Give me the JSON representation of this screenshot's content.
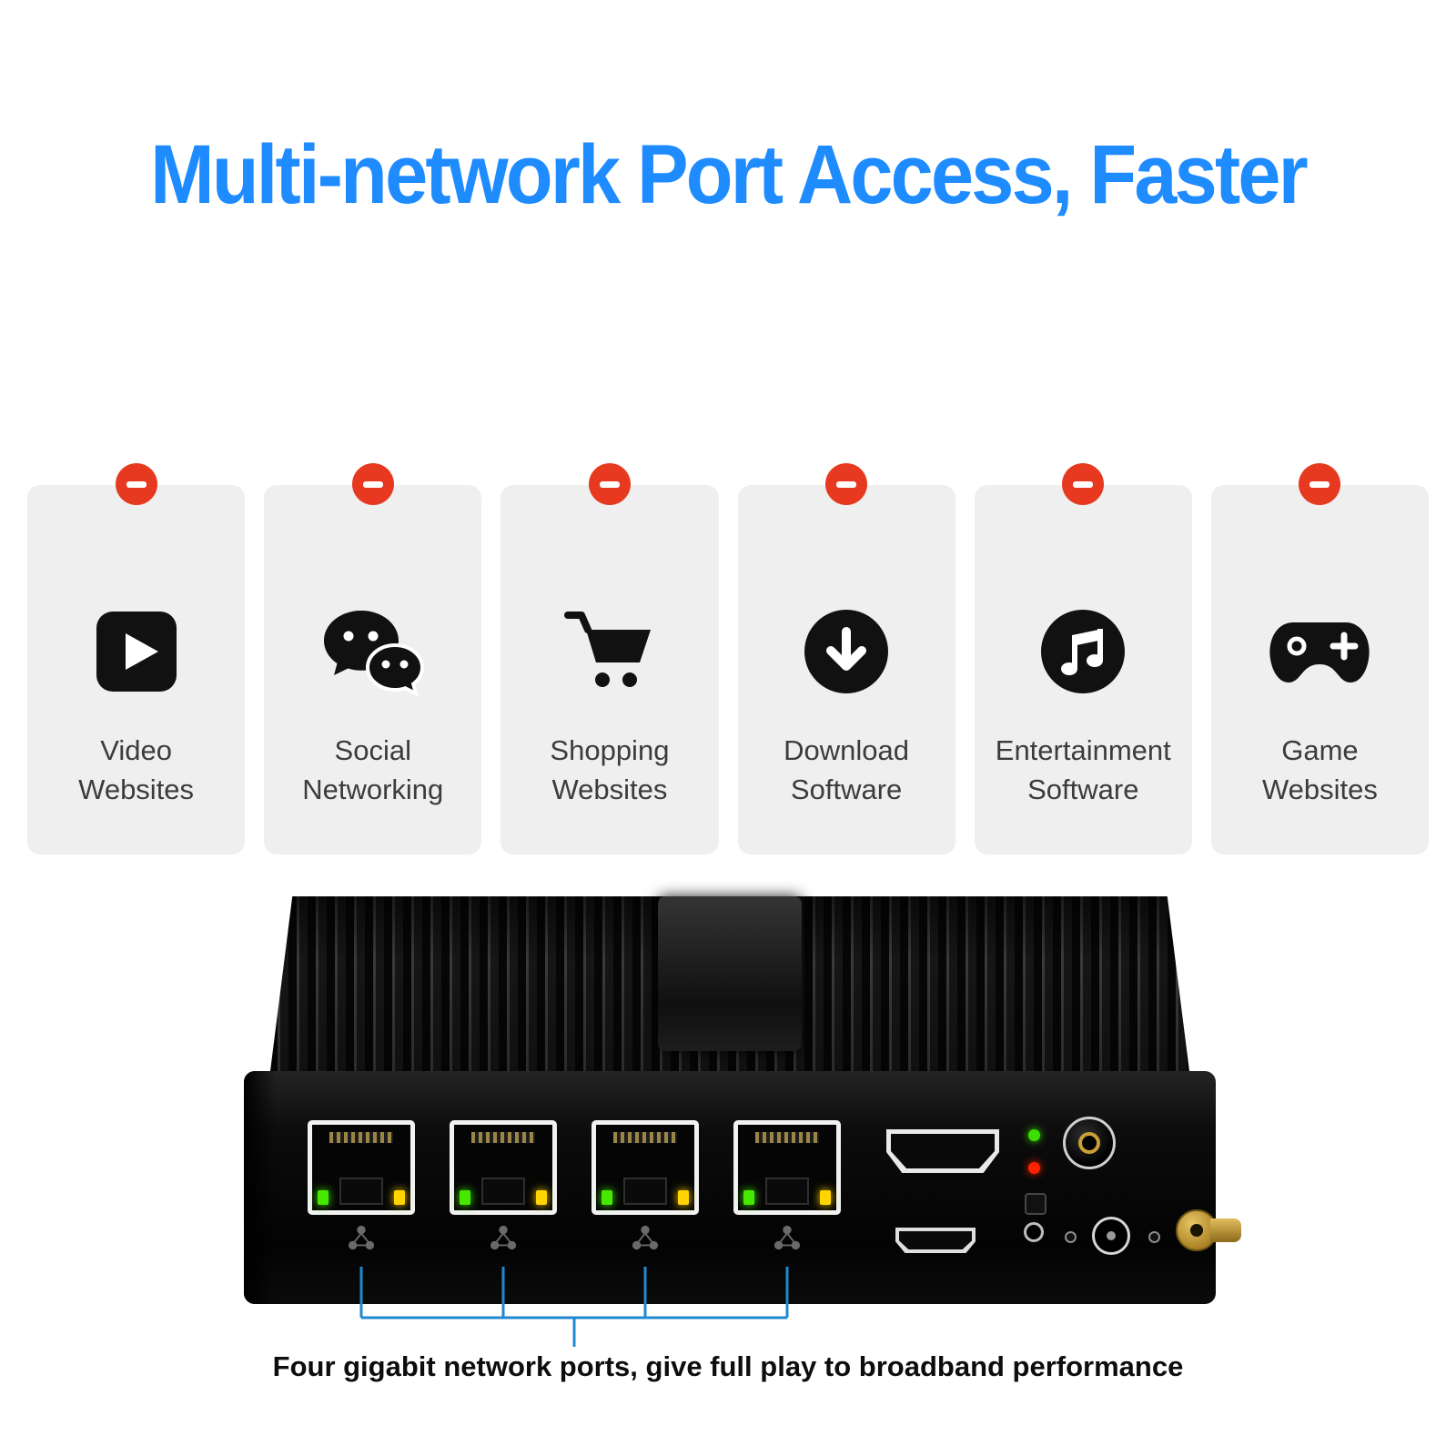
{
  "title": "Multi-network Port Access, Faster",
  "badge": {
    "symbol": "minus",
    "color": "#e6391f"
  },
  "cards": [
    {
      "line1": "Video",
      "line2": "Websites",
      "icon": "play-icon"
    },
    {
      "line1": "Social",
      "line2": "Networking",
      "icon": "wechat-icon"
    },
    {
      "line1": "Shopping",
      "line2": "Websites",
      "icon": "shopping-cart-icon"
    },
    {
      "line1": "Download",
      "line2": "Software",
      "icon": "download-arrow-icon"
    },
    {
      "line1": "Entertainment",
      "line2": "Software",
      "icon": "music-note-icon"
    },
    {
      "line1": "Game",
      "line2": "Websites",
      "icon": "gamepad-icon"
    }
  ],
  "device": {
    "ethernet_ports": 4,
    "caption": "Four gigabit network ports, give full play to broadband performance"
  },
  "colors": {
    "title_blue": "#1e8bff",
    "badge_red": "#e6391f",
    "annotation_blue": "#1f88d0",
    "led_green": "#46e800",
    "led_yellow": "#ffd400",
    "led_red": "#ff2200",
    "status_led_green": "#3be000",
    "antenna_gold": "#c9a035",
    "card_gray": "#efeff0"
  }
}
